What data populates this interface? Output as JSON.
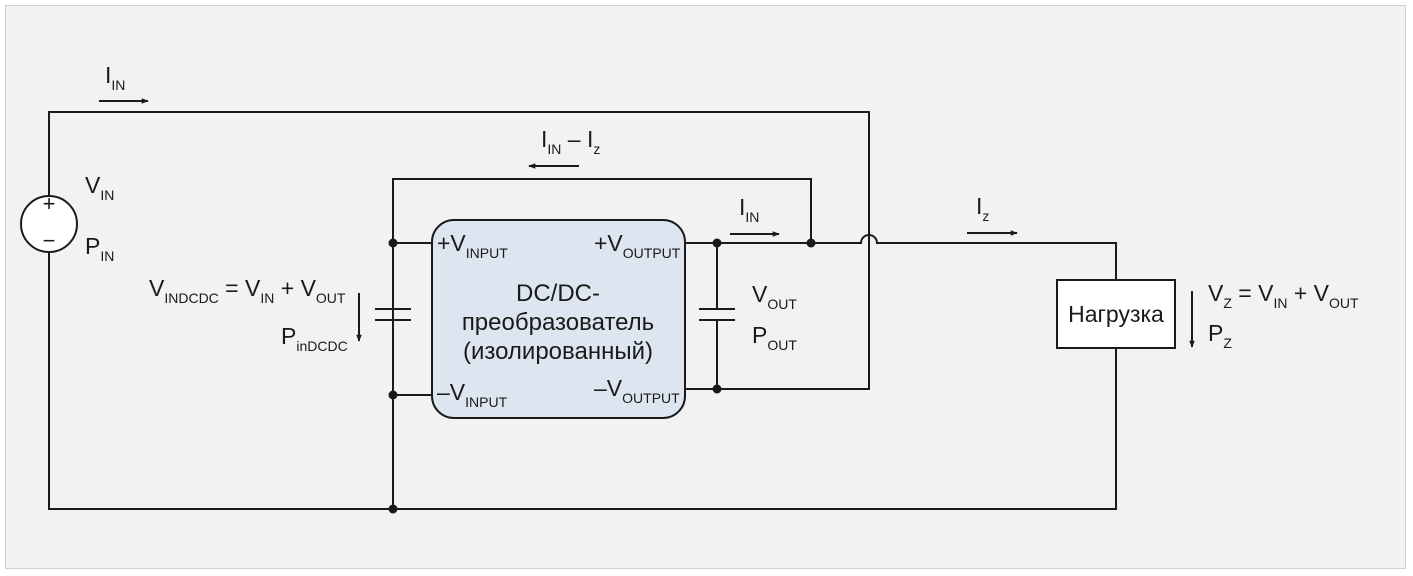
{
  "colors": {
    "frame_bg": "#f2f2f3",
    "block_fill": "#dde6f0",
    "wire": "#1a1a1a"
  },
  "source": {
    "plus": "+",
    "minus": "−",
    "v_main": "V",
    "v_sub": "IN",
    "p_main": "P",
    "p_sub": "IN"
  },
  "currents": {
    "iin_top_main": "I",
    "iin_top_sub": "IN",
    "diff_a_main": "I",
    "diff_a_sub": "IN",
    "diff_op": " – ",
    "diff_b_main": "I",
    "diff_b_sub": "z",
    "iin_out_main": "I",
    "iin_out_sub": "IN",
    "iz_main": "I",
    "iz_sub": "z"
  },
  "input_side": {
    "v_main": "V",
    "v_sub": "INDCDC",
    "eq": " = V",
    "eq_sub": "IN",
    "plus_v": " + V",
    "plus_sub": "OUT",
    "p_main": "P",
    "p_sub": "inDCDC"
  },
  "converter": {
    "line1": "DC/DC-",
    "line2": "преобразователь",
    "line3": "(изолированный)",
    "vin_plus_main": "+V",
    "vin_plus_sub": "INPUT",
    "vin_minus_main": "–V",
    "vin_minus_sub": "INPUT",
    "vout_plus_main": "+V",
    "vout_plus_sub": "OUTPUT",
    "vout_minus_main": "–V",
    "vout_minus_sub": "OUTPUT"
  },
  "output_side": {
    "v_main": "V",
    "v_sub": "OUT",
    "p_main": "P",
    "p_sub": "OUT"
  },
  "load": {
    "label": "Нагрузка",
    "v_main": "V",
    "v_sub": "Z",
    "eq": " = V",
    "eq_sub": "IN",
    "plus_v": " + V",
    "plus_sub": "OUT",
    "p_main": "P",
    "p_sub": "Z"
  }
}
